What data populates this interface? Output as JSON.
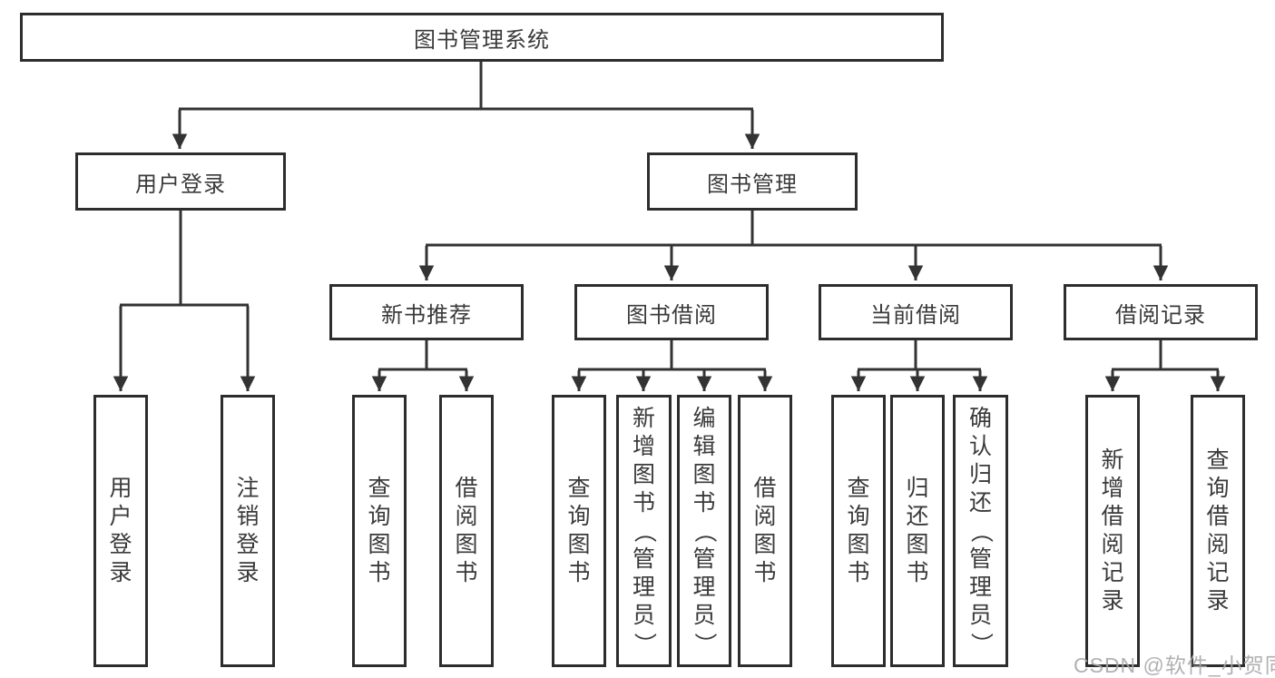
{
  "tree": {
    "root": {
      "label": "图书管理系统"
    },
    "branches": [
      {
        "label": "用户登录",
        "children": [
          {
            "label": "用户登录"
          },
          {
            "label": "注销登录"
          }
        ]
      },
      {
        "label": "图书管理",
        "children": [
          {
            "label": "新书推荐",
            "children": [
              {
                "label": "查询图书"
              },
              {
                "label": "借阅图书"
              }
            ]
          },
          {
            "label": "图书借阅",
            "children": [
              {
                "label": "查询图书"
              },
              {
                "label": "新增图书（管理员）"
              },
              {
                "label": "编辑图书（管理员）"
              },
              {
                "label": "借阅图书"
              }
            ]
          },
          {
            "label": "当前借阅",
            "children": [
              {
                "label": "查询图书"
              },
              {
                "label": "归还图书"
              },
              {
                "label": "确认归还（管理员）"
              }
            ]
          },
          {
            "label": "借阅记录",
            "children": [
              {
                "label": "新增借阅记录"
              },
              {
                "label": "查询借阅记录"
              }
            ]
          }
        ]
      }
    ]
  },
  "watermark": {
    "text": "CSDN @软件_小贺同学"
  },
  "colors": {
    "line": "#333333",
    "box_border": "#2d2d2d",
    "text": "#3a3a3a",
    "watermark": "#a8a8a8",
    "background": "#ffffff"
  }
}
